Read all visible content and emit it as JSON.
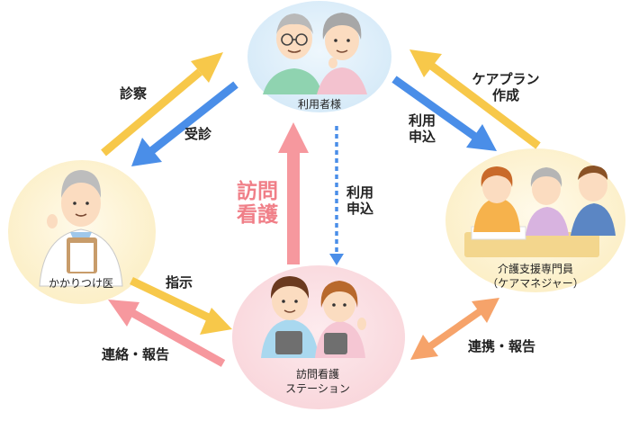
{
  "nodes": {
    "patients": {
      "label": "利用者様"
    },
    "doctor": {
      "label": "かかりつけ医"
    },
    "care_manager": {
      "line1": "介護支援専門員",
      "line2": "（ケアマネジャー）"
    },
    "nursing_station": {
      "line1": "訪問看護",
      "line2": "ステーション"
    }
  },
  "arrows": {
    "shinsatsu": "診察",
    "jushin": "受診",
    "care_plan_line1": "ケアプラン",
    "care_plan_line2": "作成",
    "riyou_moushikomi_right_l1": "利用",
    "riyou_moushikomi_right_l2": "申込",
    "houmon_kango_l1": "訪問",
    "houmon_kango_l2": "看護",
    "riyou_moushikomi_center_l1": "利用",
    "riyou_moushikomi_center_l2": "申込",
    "shiji": "指示",
    "renraku_houkoku": "連絡・報告",
    "renkei_houkoku": "連携・報告"
  },
  "colors": {
    "yellow_arrow": "#f7c84a",
    "blue_arrow": "#4a8ee8",
    "pink_arrow": "#f6989e",
    "orange_arrow": "#f6a36a",
    "circle_blue": "#dcedf9",
    "circle_yellow": "#fdf1cf",
    "circle_pink": "#fbdde2",
    "text_pink": "#f07f88"
  }
}
